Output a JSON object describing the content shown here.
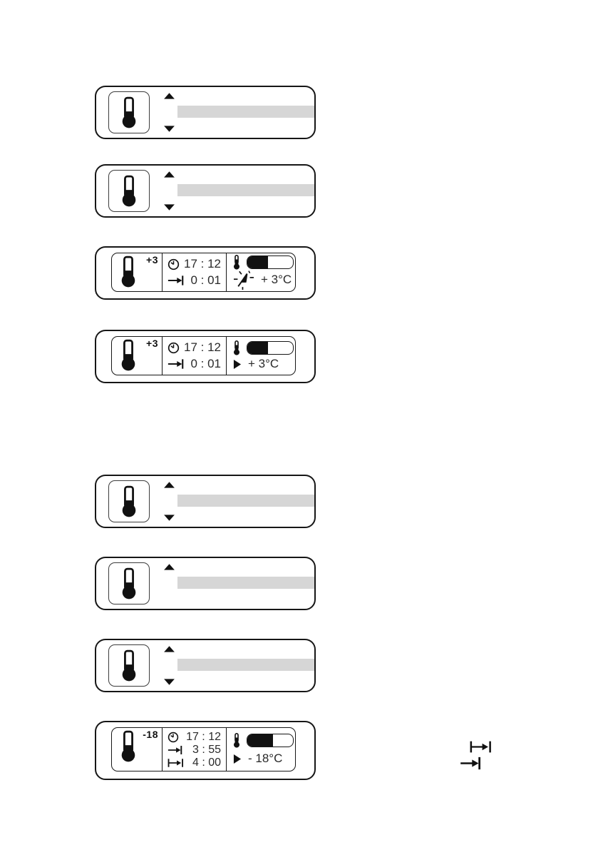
{
  "colors": {
    "ink": "#161616",
    "bar_gray": "#d6d6d6",
    "fill_black": "#111111"
  },
  "icons": {
    "thermometer": "thermometer-icon",
    "small_thermometer": "small-thermometer-icon",
    "up": "up-arrow-icon",
    "down": "down-arrow-icon",
    "clock": "clock-icon",
    "arrow_to_bar": "arrow-to-bar-icon",
    "bar_arrow_bar": "bar-arrow-bar-icon",
    "play": "play-indicator-icon",
    "blinking": "blinking-indicator-icon"
  },
  "panels": [
    {
      "name": "temp-select-blank-1"
    },
    {
      "name": "temp-select-blank-2"
    },
    {
      "name": "fridge-status-blinking",
      "temp_label": "+3",
      "clock_time": "17 : 12",
      "start_time": "0 : 01",
      "temp_reading": "+ 3°C",
      "level_percent": 45
    },
    {
      "name": "fridge-status-confirmed",
      "temp_label": "+3",
      "clock_time": "17 : 12",
      "start_time": "0 : 01",
      "temp_reading": "+ 3°C",
      "level_percent": 45
    },
    {
      "name": "temp-select-blank-3"
    },
    {
      "name": "temp-select-blank-4"
    },
    {
      "name": "temp-select-blank-5"
    },
    {
      "name": "freezer-status",
      "temp_label": "-18",
      "clock_time": "17 : 12",
      "elapsed_time": "3 : 55",
      "duration_time": "4 : 00",
      "temp_reading": "- 18°C",
      "level_percent": 57
    }
  ]
}
